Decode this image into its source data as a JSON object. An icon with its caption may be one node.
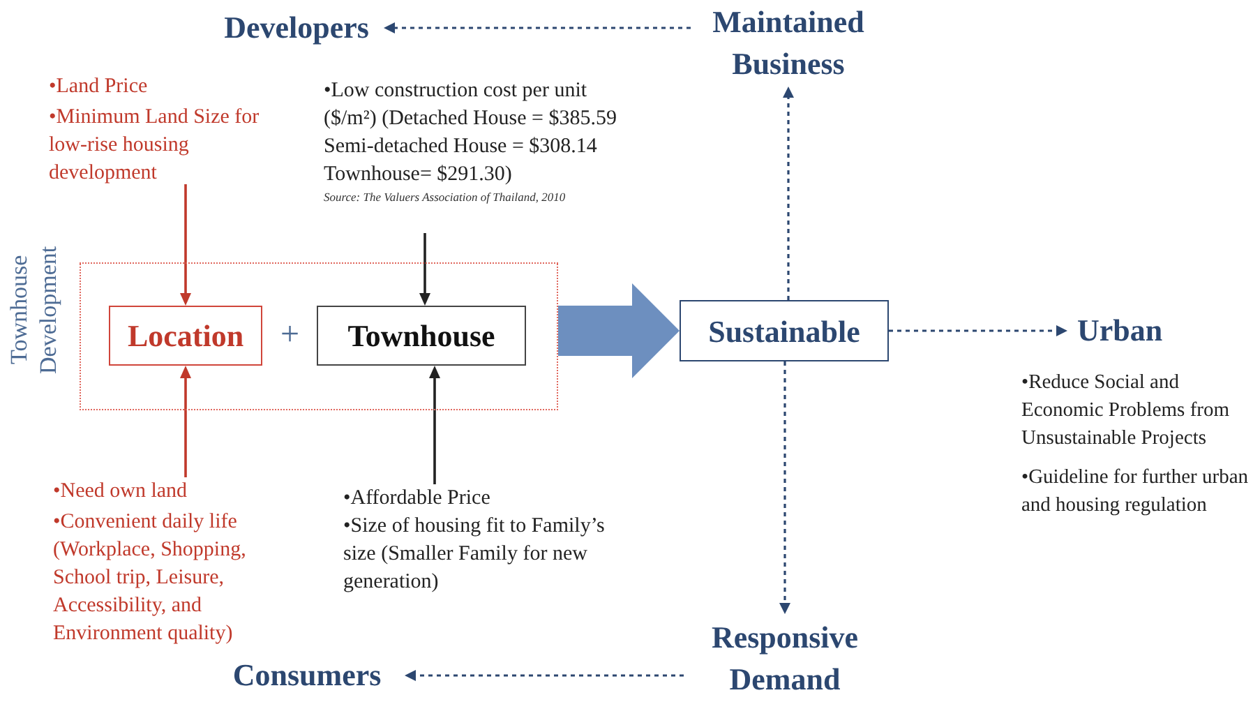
{
  "diagram": {
    "nodes": [
      {
        "text": [
          "Developers"
        ]
      },
      {
        "text": [
          "Maintained Business"
        ]
      },
      {
        "text": [
          "•Land Price",
          "•Minimum Land Size for low-rise housing development"
        ]
      },
      {
        "text": [
          "•Low construction cost per unit ($/m²) (Detached House = $385.59 Semi-detached House = $308.14 Townhouse= $291.30)",
          "Source: The Valuers Association of Thailand, 2010"
        ]
      },
      {
        "text": [
          "Townhouse Development"
        ]
      },
      {
        "text": [
          "Location"
        ],
        "in": 4
      },
      {
        "text": [
          "Townhouse"
        ],
        "in": 4
      },
      {
        "text": [
          "Sustainable"
        ]
      },
      {
        "text": [
          "Urban"
        ],
        "beside": [
          "•Reduce Social and Economic Problems from Unsustainable Projects",
          "•Guideline for further urban and housing regulation"
        ]
      },
      {
        "text": [
          "•Need own land",
          "•Convenient daily life (Workplace, Shopping, School trip, Leisure, Accessibility, and Environment quality)"
        ]
      },
      {
        "text": [
          "•Affordable Price",
          "•Size of housing fit to Family’s size (Smaller Family for new generation)"
        ]
      },
      {
        "text": [
          "Responsive Demand"
        ]
      },
      {
        "text": [
          "Consumers"
        ]
      }
    ],
    "edges": [
      {
        "from": 1,
        "to": 0,
        "arrow": "to",
        "style": "dashed",
        "color": "#2c4770"
      },
      {
        "from": 2,
        "to": 5,
        "arrow": "to",
        "color": "#c0392b"
      },
      {
        "from": 3,
        "to": 6,
        "arrow": "to"
      },
      {
        "from": 9,
        "to": 5,
        "arrow": "to",
        "color": "#c0392b"
      },
      {
        "from": 10,
        "to": 6,
        "arrow": "to"
      },
      {
        "from": 4,
        "to": 7,
        "arrow": "to",
        "style": "thick",
        "color": "#6d8fbf"
      },
      {
        "from": 7,
        "to": 8,
        "arrow": "to",
        "style": "dashed",
        "color": "#2c4770"
      },
      {
        "from": 7,
        "to": 1,
        "arrow": "to",
        "style": "dashed",
        "color": "#2c4770"
      },
      {
        "from": 7,
        "to": 11,
        "arrow": "to",
        "style": "dashed",
        "color": "#2c4770"
      },
      {
        "from": 11,
        "to": 12,
        "arrow": "to",
        "style": "dashed",
        "color": "#2c4770"
      }
    ],
    "labels": [
      "+"
    ]
  }
}
